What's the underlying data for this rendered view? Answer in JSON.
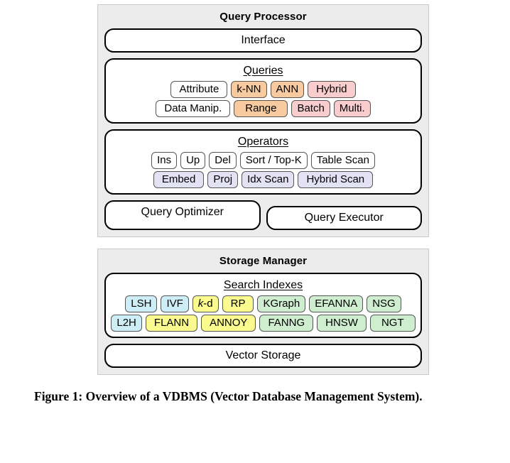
{
  "figure": {
    "panels": [
      {
        "title": "Query Processor",
        "interface": {
          "label": "Interface"
        },
        "queries": {
          "heading": "Queries",
          "rows": [
            [
              {
                "label": "Attribute",
                "color": "plain",
                "width": "wide"
              },
              {
                "label": "k-NN",
                "color": "orange",
                "width": ""
              },
              {
                "label": "ANN",
                "color": "orange",
                "width": ""
              },
              {
                "label": "Hybrid",
                "color": "pink",
                "width": "wide"
              }
            ],
            [
              {
                "label": "Data Manip.",
                "color": "plain",
                "width": "wide"
              },
              {
                "label": "Range",
                "color": "orange",
                "width": "xwide"
              },
              {
                "label": "Batch",
                "color": "pink",
                "width": ""
              },
              {
                "label": "Multi.",
                "color": "pink",
                "width": ""
              }
            ]
          ]
        },
        "operators": {
          "heading": "Operators",
          "rows": [
            [
              {
                "label": "Ins",
                "color": "plain",
                "width": ""
              },
              {
                "label": "Up",
                "color": "plain",
                "width": ""
              },
              {
                "label": "Del",
                "color": "plain",
                "width": ""
              },
              {
                "label": "Sort / Top-K",
                "color": "plain",
                "width": ""
              },
              {
                "label": "Table Scan",
                "color": "plain",
                "width": ""
              }
            ],
            [
              {
                "label": "Embed",
                "color": "lavender",
                "width": "wide"
              },
              {
                "label": "Proj",
                "color": "lavender",
                "width": ""
              },
              {
                "label": "Idx Scan",
                "color": "lavender",
                "width": ""
              },
              {
                "label": "Hybrid Scan",
                "color": "lavender",
                "width": "wide"
              }
            ]
          ]
        },
        "optimizer": {
          "label": "Query Optimizer"
        },
        "executor": {
          "label": "Query Executor"
        }
      },
      {
        "title": "Storage Manager",
        "indexes": {
          "heading": "Search Indexes",
          "rows": [
            [
              {
                "label": "LSH",
                "color": "blue",
                "width": "",
                "italic_prefix": ""
              },
              {
                "label": "IVF",
                "color": "blue",
                "width": "",
                "italic_prefix": ""
              },
              {
                "label": "-d",
                "color": "yellow",
                "width": "",
                "italic_prefix": "k"
              },
              {
                "label": "RP",
                "color": "yellow",
                "width": "wide",
                "italic_prefix": ""
              },
              {
                "label": "KGraph",
                "color": "green",
                "width": "",
                "italic_prefix": ""
              },
              {
                "label": "EFANNA",
                "color": "green",
                "width": "",
                "italic_prefix": ""
              },
              {
                "label": "NSG",
                "color": "green",
                "width": "",
                "italic_prefix": ""
              }
            ],
            [
              {
                "label": "L2H",
                "color": "blue",
                "width": "",
                "italic_prefix": ""
              },
              {
                "label": "FLANN",
                "color": "yellow",
                "width": "wide",
                "italic_prefix": ""
              },
              {
                "label": "ANNOY",
                "color": "yellow",
                "width": "wide",
                "italic_prefix": ""
              },
              {
                "label": "FANNG",
                "color": "green",
                "width": "wide",
                "italic_prefix": ""
              },
              {
                "label": "HNSW",
                "color": "green",
                "width": "wide",
                "italic_prefix": ""
              },
              {
                "label": "NGT",
                "color": "green",
                "width": "xwide",
                "italic_prefix": ""
              }
            ]
          ]
        },
        "storage": {
          "label": "Vector Storage"
        }
      }
    ]
  },
  "caption": {
    "text": "Figure 1: Overview of a VDBMS (Vector Database Management System)."
  },
  "colors": {
    "panel_background": "#ececec",
    "panel_border": "#c9c9c9",
    "box_border": "#000000",
    "chip_border": "#555555",
    "chip_plain": "#ffffff",
    "chip_orange": "#f7cb9f",
    "chip_pink": "#f9cdcd",
    "chip_lavender": "#e3e1f4",
    "chip_blue": "#cdeef6",
    "chip_yellow": "#fafa8e",
    "chip_green": "#cfeecf",
    "text": "#000000"
  }
}
